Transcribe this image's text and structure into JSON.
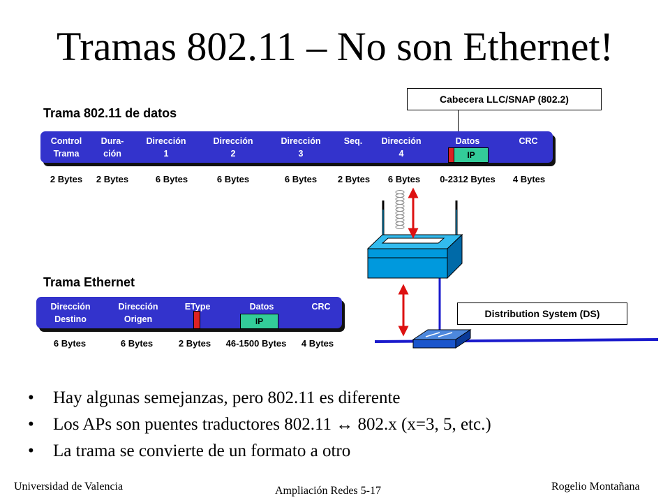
{
  "title": "Tramas 802.11 – No son Ethernet!",
  "llc_callout": "Cabecera LLC/SNAP (802.2)",
  "ds_callout": "Distribution System (DS)",
  "wifi_frame": {
    "title": "Trama 802.11 de datos",
    "fields": [
      {
        "l1": "Control",
        "l2": "Trama",
        "bytes": "2 Bytes"
      },
      {
        "l1": "Dura-",
        "l2": "ción",
        "bytes": "2 Bytes"
      },
      {
        "l1": "Dirección",
        "l2": "1",
        "bytes": "6 Bytes"
      },
      {
        "l1": "Dirección",
        "l2": "2",
        "bytes": "6 Bytes"
      },
      {
        "l1": "Dirección",
        "l2": "3",
        "bytes": "6 Bytes"
      },
      {
        "l1": "Seq.",
        "l2": "",
        "bytes": "2 Bytes"
      },
      {
        "l1": "Dirección",
        "l2": "4",
        "bytes": "6 Bytes"
      },
      {
        "l1": "Datos",
        "l2": "",
        "bytes": "0-2312 Bytes"
      },
      {
        "l1": "CRC",
        "l2": "",
        "bytes": "4 Bytes"
      }
    ],
    "ip_label": "IP"
  },
  "eth_frame": {
    "title": "Trama Ethernet",
    "fields": [
      {
        "l1": "Dirección",
        "l2": "Destino",
        "bytes": "6 Bytes"
      },
      {
        "l1": "Dirección",
        "l2": "Origen",
        "bytes": "6 Bytes"
      },
      {
        "l1": "EType",
        "l2": "",
        "bytes": "2 Bytes"
      },
      {
        "l1": "Datos",
        "l2": "",
        "bytes": "46-1500 Bytes"
      },
      {
        "l1": "CRC",
        "l2": "",
        "bytes": "4 Bytes"
      }
    ],
    "ip_label": "IP"
  },
  "bullets": [
    "Hay algunas semejanzas, pero 802.11 es diferente",
    "Los APs son puentes traductores 802.11 ↔ 802.x (x=3, 5, etc.)",
    "La trama se convierte de un formato a otro"
  ],
  "bullet_symbol": "•",
  "footer": {
    "left": "Universidad de Valencia",
    "center": "Ampliación Redes 5-17",
    "right": "Rogelio Montañana"
  },
  "colors": {
    "frame_blue": "#3333cc",
    "ds_line_blue": "#1a1acc",
    "ap_blue": "#0099dd",
    "ip_green": "#33cc99",
    "marker_red": "#dd2222",
    "switch_blue": "#1a55cc"
  }
}
